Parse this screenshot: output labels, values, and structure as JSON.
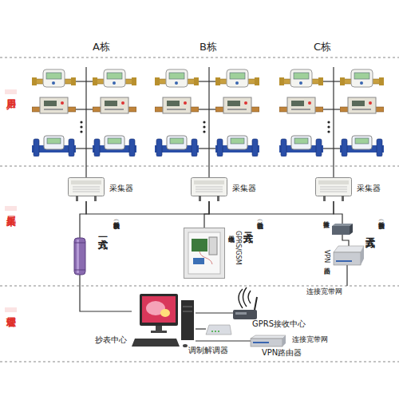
{
  "diagram": {
    "nodes": [
      {
        "text": [
          "采集器"
        ]
      },
      {
        "text": [
          "采集器"
        ]
      },
      {
        "text": [
          "采集器"
        ]
      },
      {
        "text": [
          "（微机联网自动抄表）",
          "方式一"
        ]
      },
      {
        "text": [
          "（电话自动抄表）",
          "方式二",
          "GPRS/GSM 无线中继器"
        ]
      },
      {
        "text": [
          "宽带转换器"
        ]
      },
      {
        "text": [
          "VPN路由器",
          "（宽带网自动抄表）",
          "方式三"
        ]
      },
      {
        "text": [
          "抄表中心"
        ]
      },
      {
        "text": [
          "GPRS接收中心"
        ]
      },
      {
        "text": [
          "调制解调器"
        ]
      },
      {
        "text": [
          "VPN路由器"
        ]
      }
    ],
    "edges": [
      {
        "from": 0,
        "to": 1,
        "arrow": "none"
      },
      {
        "from": 1,
        "to": 2,
        "arrow": "none"
      },
      {
        "from": 0,
        "to": 3,
        "arrow": "none"
      },
      {
        "from": 1,
        "to": 4,
        "arrow": "none"
      },
      {
        "from": 2,
        "to": 5,
        "arrow": "none"
      },
      {
        "from": 5,
        "to": 6,
        "arrow": "none"
      },
      {
        "from": 3,
        "to": 7,
        "arrow": "none"
      },
      {
        "from": 7,
        "to": 8,
        "arrow": "none"
      },
      {
        "from": 7,
        "to": 9,
        "arrow": "none"
      },
      {
        "from": 7,
        "to": 10,
        "arrow": "none"
      }
    ],
    "labels": [
      "A栋",
      "B栋",
      "C栋",
      "用户层",
      "采集层",
      "管理层",
      "连接宽带网",
      "连接宽带网"
    ]
  }
}
